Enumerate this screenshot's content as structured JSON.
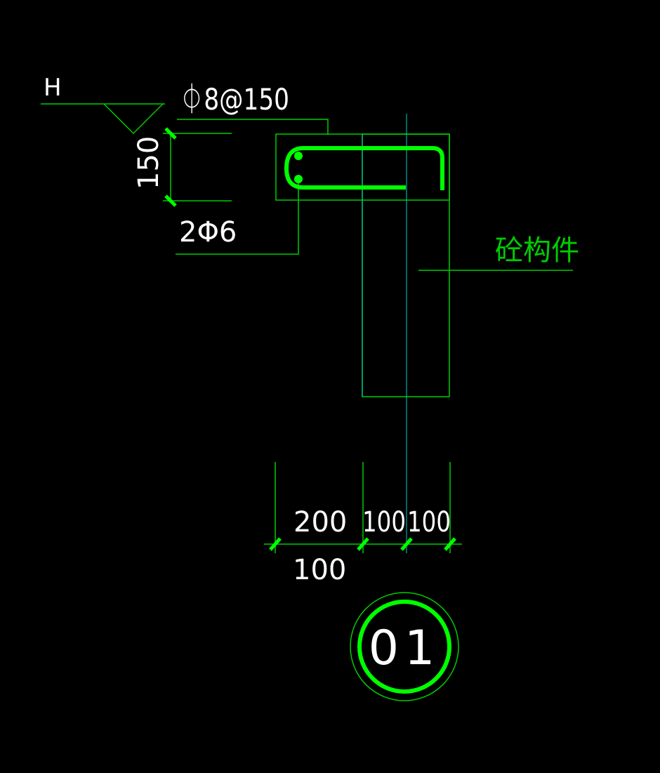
{
  "labels": {
    "level_mark": "H",
    "top_rebar": "⏀8@150",
    "height_dim": "150",
    "bottom_rebar": "2Φ6",
    "component": "砼构件",
    "dim_1": "200",
    "dim_2": "100",
    "dim_3": "100",
    "dim_4": "100",
    "detail_number": "01"
  },
  "colors": {
    "background": "#000000",
    "line": "#00cc00",
    "text": "#ffffff",
    "rebar": "#00ff00",
    "axis": "#00cccc"
  }
}
